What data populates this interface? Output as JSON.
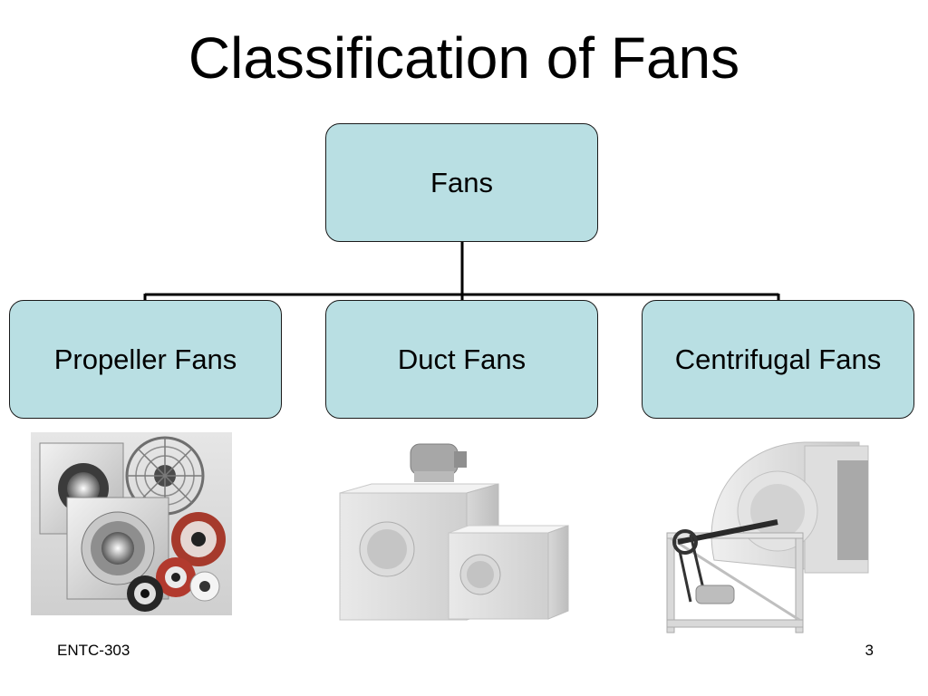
{
  "slide": {
    "title": "Classification of Fans",
    "footer_left": "ENTC-303",
    "page_number": "3"
  },
  "diagram": {
    "root": {
      "label": "Fans"
    },
    "children": [
      {
        "label": "Propeller Fans",
        "illustration": "propeller-fans-photo"
      },
      {
        "label": "Duct Fans",
        "illustration": "duct-fans-photo"
      },
      {
        "label": "Centrifugal Fans",
        "illustration": "centrifugal-fan-photo"
      }
    ]
  },
  "colors": {
    "node_fill": "#b9dfe3",
    "node_border": "#1a1a1a",
    "connector": "#000000"
  }
}
